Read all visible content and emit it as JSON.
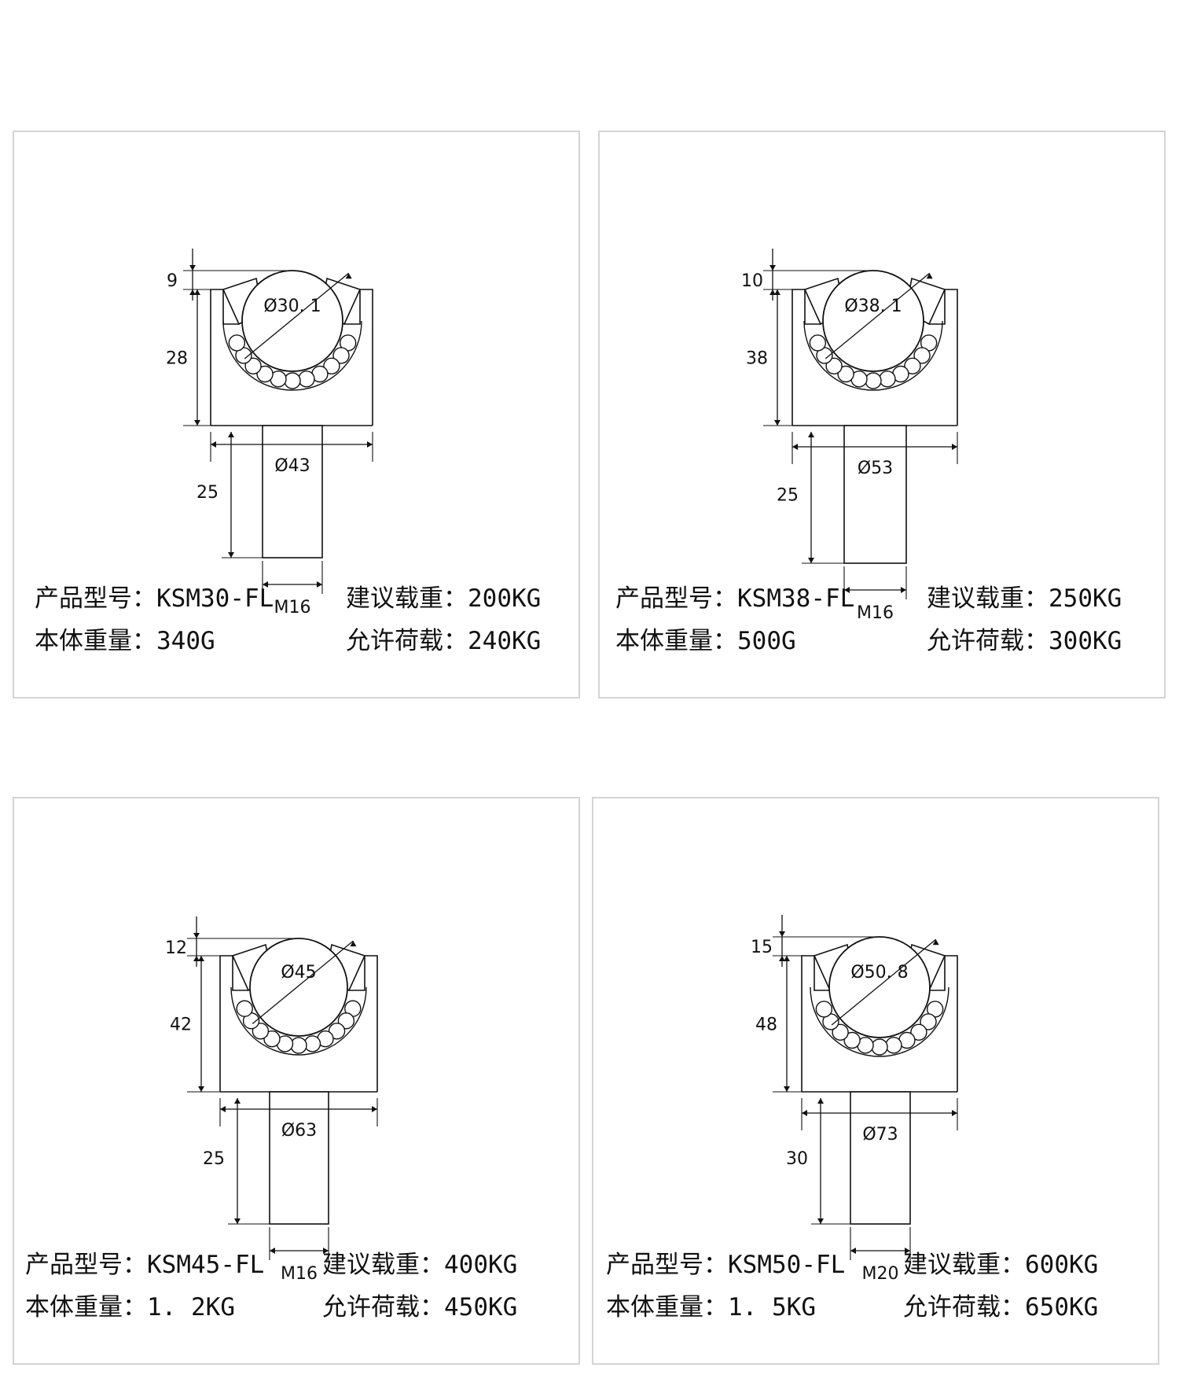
{
  "cards": [
    {
      "dims": {
        "top": "9",
        "body": "28",
        "ball": "Ø30. 1",
        "flange": "Ø43",
        "stem": "25",
        "thread": "M16"
      },
      "specs": {
        "model_label": "产品型号：",
        "model": "KSM30-FL",
        "load_label": "建议载重：",
        "load": "200KG",
        "weight_label": "本体重量：",
        "weight": "340G",
        "allow_label": "允许荷载：",
        "allow": "240KG"
      }
    },
    {
      "dims": {
        "top": "10",
        "body": "38",
        "ball": "Ø38. 1",
        "flange": "Ø53",
        "stem": "25",
        "thread": "M16"
      },
      "specs": {
        "model_label": "产品型号：",
        "model": "KSM38-FL",
        "load_label": "建议载重：",
        "load": "250KG",
        "weight_label": "本体重量：",
        "weight": "500G",
        "allow_label": "允许荷载：",
        "allow": "300KG"
      }
    },
    {
      "dims": {
        "top": "12",
        "body": "42",
        "ball": "Ø45",
        "flange": "Ø63",
        "stem": "25",
        "thread": "M16"
      },
      "specs": {
        "model_label": "产品型号：",
        "model": "KSM45-FL",
        "load_label": "建议载重：",
        "load": "400KG",
        "weight_label": "本体重量：",
        "weight": "1. 2KG",
        "allow_label": "允许荷载：",
        "allow": "450KG"
      }
    },
    {
      "dims": {
        "top": "15",
        "body": "48",
        "ball": "Ø50. 8",
        "flange": "Ø73",
        "stem": "30",
        "thread": "M20"
      },
      "specs": {
        "model_label": "产品型号：",
        "model": "KSM50-FL",
        "load_label": "建议载重：",
        "load": "600KG",
        "weight_label": "本体重量：",
        "weight": "1. 5KG",
        "allow_label": "允许荷载：",
        "allow": "650KG"
      }
    }
  ]
}
